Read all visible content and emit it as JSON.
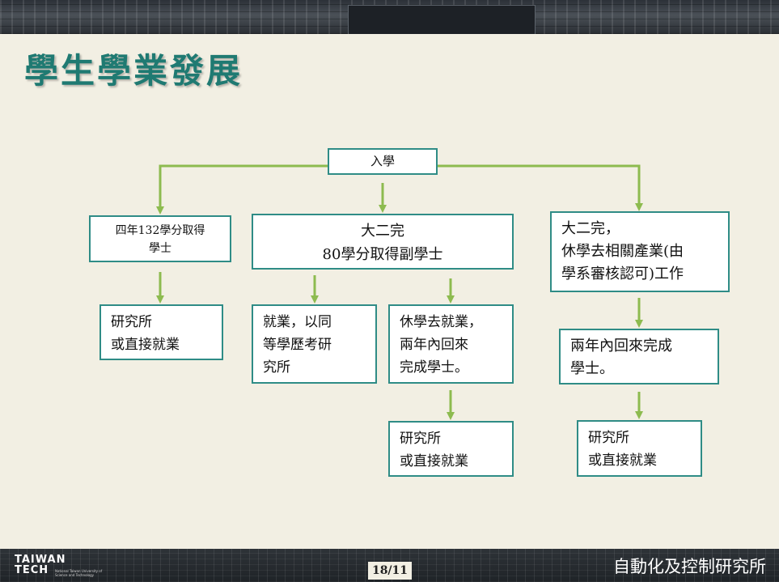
{
  "title": "學生學業發展",
  "footer": {
    "logo_line1": "TAIWAN",
    "logo_line2": "TECH",
    "logo_sub": "National Taiwan University of Science and Technology",
    "page_number": "18/11",
    "institute": "自動化及控制研究所"
  },
  "nodes": {
    "enroll": "入學",
    "left_1": [
      "四年132學分取得",
      "學士"
    ],
    "left_2": [
      "研究所",
      "或直接就業"
    ],
    "mid_1": [
      "大二完",
      "80學分取得副學士"
    ],
    "mid_left": [
      "就業，以同",
      "等學歷考研",
      "究所"
    ],
    "mid_right": [
      "休學去就業，",
      "兩年內回來",
      "完成學士。"
    ],
    "mid_right_2": [
      "研究所",
      "或直接就業"
    ],
    "right_1": [
      "大二完，",
      "休學去相關產業(由",
      "學系審核認可)工作"
    ],
    "right_2": [
      "兩年內回來完成",
      "學士。"
    ],
    "right_3": [
      "研究所",
      "或直接就業"
    ]
  },
  "colors": {
    "connector": "#8dbb4f",
    "box_border": "#2f8c86",
    "title": "#1f7a72"
  }
}
